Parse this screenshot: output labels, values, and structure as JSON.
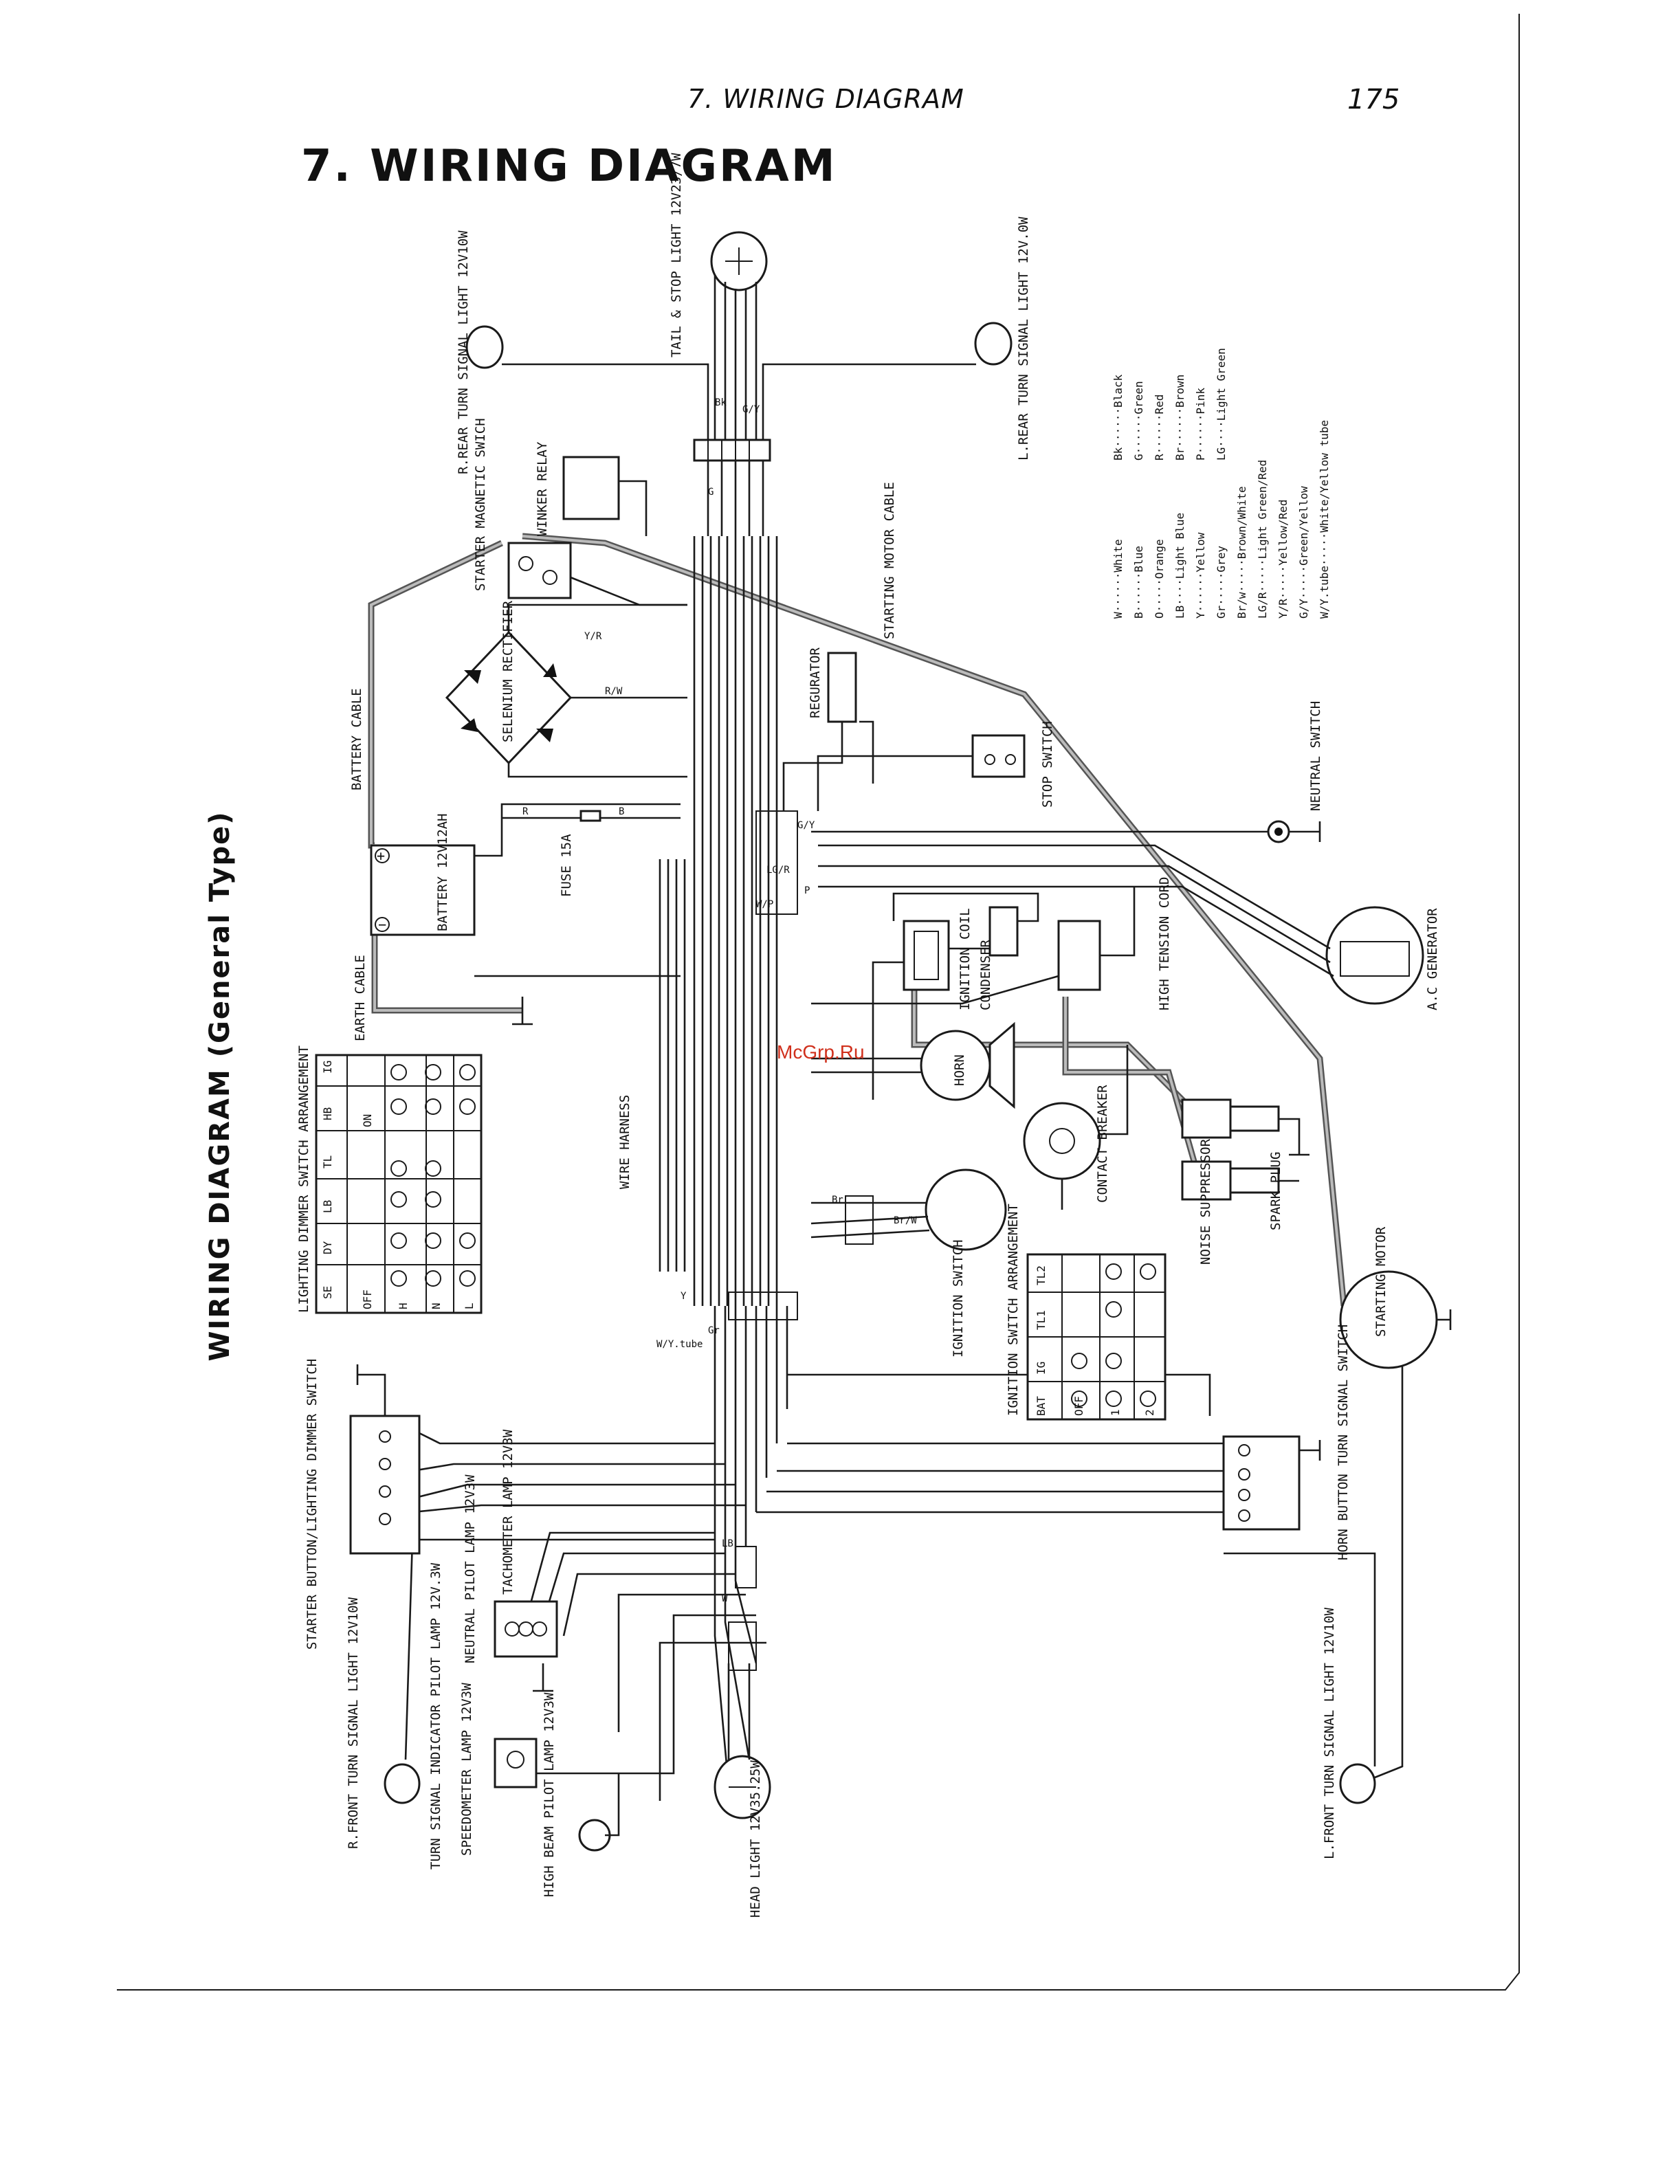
{
  "header": {
    "running_head": "7.  WIRING DIAGRAM",
    "page_number": "175",
    "heading": "7.  WIRING DIAGRAM"
  },
  "side_title": "WIRING DIAGRAM (General Type)",
  "components": {
    "tail_stop_light": "TAIL & STOP LIGHT 12V23/7W",
    "r_rear_turn": "R.REAR TURN SIGNAL LIGHT 12V10W",
    "l_rear_turn": "L.REAR TURN SIGNAL LIGHT 12V.0W",
    "starter_magnetic_switch": "STARTER MAGNETIC SWICH",
    "winker_relay": "WINKER RELAY",
    "starting_motor_cable": "STARTING MOTOR CABLE",
    "battery_cable": "BATTERY CABLE",
    "selenium_rectifier": "SELENIUM RECTIFIER",
    "regurator": "REGURATOR",
    "stop_switch": "STOP SWITCH",
    "neutral_switch": "NEUTRAL SWITCH",
    "battery": "BATTERY 12V12AH",
    "fuse": "FUSE 15A",
    "earth_cable": "EARTH CABLE",
    "ignition_coil": "IGNITION COIL",
    "condenser": "CONDENSER",
    "high_tension_cord": "HIGH TENSION CORD",
    "ac_generator": "A.C GENERATOR",
    "horn": "HORN",
    "contact_breaker": "CONTACT BREAKER",
    "noise_suppressor": "NOISE SUPPRESSOR",
    "spark_plug": "SPARK PLUG",
    "wire_harness": "WIRE HARNESS",
    "ignition_switch": "IGNITION SWITCH",
    "starting_motor": "STARTING MOTOR",
    "starter_button_switch": "STARTER BUTTON/LIGHTING DIMMER SWITCH",
    "tachometer_lamp": "TACHOMETER LAMP 12V3W",
    "neutral_pilot_lamp": "NEUTRAL PILOT LAMP 12V3W",
    "r_front_turn": "R.FRONT TURN SIGNAL LIGHT 12V10W",
    "turn_indicator_lamp": "TURN SIGNAL INDICATOR PILOT LAMP 12V.3W",
    "speedometer_lamp": "SPEEDOMETER LAMP 12V3W",
    "high_beam_lamp": "HIGH BEAM PILOT LAMP 12V3W",
    "head_light": "HEAD LIGHT 12V35.25W",
    "horn_button_switch": "HORN BUTTON TURN SIGNAL SWITCH",
    "l_front_turn": "L.FRONT TURN SIGNAL LIGHT 12V10W"
  },
  "legend": [
    {
      "code": "W",
      "name": "White"
    },
    {
      "code": "B",
      "name": "Blue"
    },
    {
      "code": "O",
      "name": "Orange"
    },
    {
      "code": "LB",
      "name": "Light Blue"
    },
    {
      "code": "Y",
      "name": "Yellow"
    },
    {
      "code": "Gr",
      "name": "Grey"
    },
    {
      "code": "Br/w",
      "name": "Brown/White"
    },
    {
      "code": "LG/R",
      "name": "Light Green/Red"
    },
    {
      "code": "Y/R",
      "name": "Yellow/Red"
    },
    {
      "code": "G/Y",
      "name": "Green/Yellow"
    },
    {
      "code": "W/Y.tube",
      "name": "White/Yellow tube"
    },
    {
      "code": "Bk",
      "name": "Black"
    },
    {
      "code": "G",
      "name": "Green"
    },
    {
      "code": "R",
      "name": "Red"
    },
    {
      "code": "Br",
      "name": "Brown"
    },
    {
      "code": "P",
      "name": "Pink"
    },
    {
      "code": "LG",
      "name": "Light Green"
    }
  ],
  "lighting_table": {
    "title": "LIGHTING DIMMER SWITCH ARRANGEMENT",
    "columns": [
      "IG",
      "HB",
      "TL",
      "LB",
      "DY",
      "SE"
    ],
    "rows": [
      {
        "label": "OFF",
        "sub": ""
      },
      {
        "label": "ON",
        "sub": "H"
      },
      {
        "label": "",
        "sub": "N"
      },
      {
        "label": "",
        "sub": "L"
      }
    ]
  },
  "ignition_table": {
    "title": "IGNITION SWITCH ARRANGEMENT",
    "columns": [
      "BAT",
      "IG",
      "TL1",
      "TL2"
    ],
    "rows": [
      "OFF",
      "1",
      "2"
    ]
  },
  "wire_labels": [
    "Bk",
    "G/Y",
    "G",
    "Y/R",
    "R/W",
    "R",
    "B",
    "LG/R",
    "W/P",
    "Gr",
    "LB",
    "Y",
    "W/Y.tube",
    "Br",
    "Br/W",
    "G/Y",
    "W",
    "P"
  ],
  "watermark": "McGrp.Ru"
}
